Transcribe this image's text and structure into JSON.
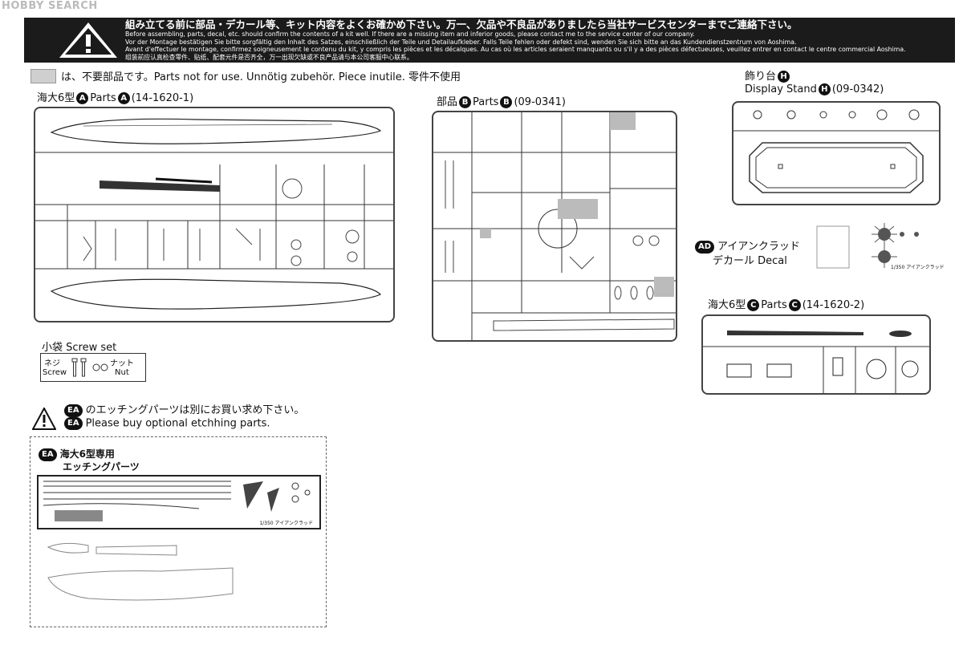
{
  "watermark": "HOBBY SEARCH",
  "banner": {
    "line_jp": "組み立てる前に部品・デカール等、キット内容をよくお確かめ下さい。万一、欠品や不良品がありましたら当社サービスセンターまでご連絡下さい。",
    "line_en": "Before assembling, parts, decal, etc. should confirm the contents of a kit well. If there  are a missing item and inferior goods, please contact me to the service center of our company.",
    "line_de": "Vor der Montage bestätigen Sie bitte sorgfältig den Inhalt des Satzes, einschließlich der Teile und Detailaufkleber. Falls Teile fehlen oder defekt sind, wenden Sie sich bitte an das Kundendienstzentrum von Aoshima.",
    "line_fr": "Avant d'effectuer le montage, confirmez soigneusement le contenu du kit, y compris les pièces et les décalques. Au cas où les articles seraient manquants ou s'il y a des pièces défectueuses, veuillez entrer en contact le centre commercial Aoshima.",
    "line_cn": "组装前应认真检查零件、贴纸、配套元件是否齐全，万一出现欠缺或不良产品请与本公司客服中心联系。"
  },
  "not_for_use": "は、不要部品です。Parts not for use. Unnötig zubehör. Piece inutile. 零件不使用",
  "parts_a": {
    "prefix": "海大6型",
    "letter": "A",
    "mid": "Parts",
    "code": "(14-1620-1)"
  },
  "parts_b": {
    "prefix": "部品",
    "letter": "B",
    "mid": "Parts",
    "code": "(09-0341)"
  },
  "parts_c": {
    "prefix": "海大6型",
    "letter": "C",
    "mid": "Parts",
    "code": "(14-1620-2)"
  },
  "stand": {
    "jp": "飾り台",
    "letter": "H",
    "en": "Display Stand",
    "code": "(09-0342)"
  },
  "decal": {
    "badge": "AD",
    "jp": "アイアンクラッド",
    "jp2": "デカール",
    "en": "Decal",
    "small": "1/350 アイアンクラッド"
  },
  "screw_set": {
    "title": "小袋 Screw set",
    "screw_jp": "ネジ",
    "screw_en": "Screw",
    "nut_jp": "ナット",
    "nut_en": "Nut"
  },
  "etching_note": {
    "badge": "EA",
    "jp": "のエッチングパーツは別にお買い求め下さい。",
    "en": "Please buy optional etchhing parts."
  },
  "etching_box": {
    "badge": "EA",
    "title1": "海大6型専用",
    "title2": "エッチングパーツ",
    "plate_label": "1/350 アイアンクラッド"
  }
}
